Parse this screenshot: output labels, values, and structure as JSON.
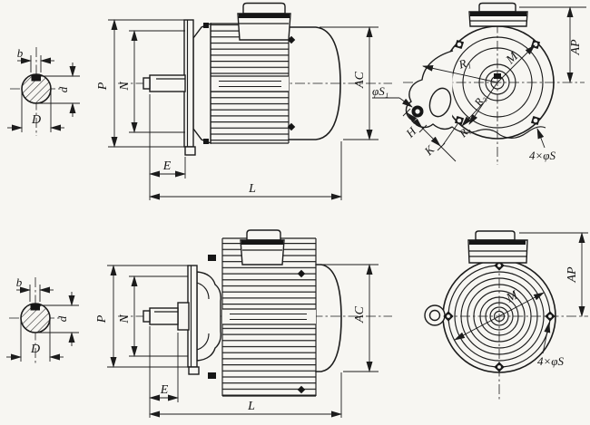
{
  "labels": {
    "b": "b",
    "d": "d",
    "D": "D",
    "P": "P",
    "N": "N",
    "E": "E",
    "L": "L",
    "AC": "AC",
    "AP": "AP",
    "M": "M",
    "R1": "R₁",
    "R2": "R₂",
    "R3": "R₃",
    "H": "H",
    "K": "K",
    "phi_S1": "φS₁",
    "four_phi_S": "4×φS"
  }
}
